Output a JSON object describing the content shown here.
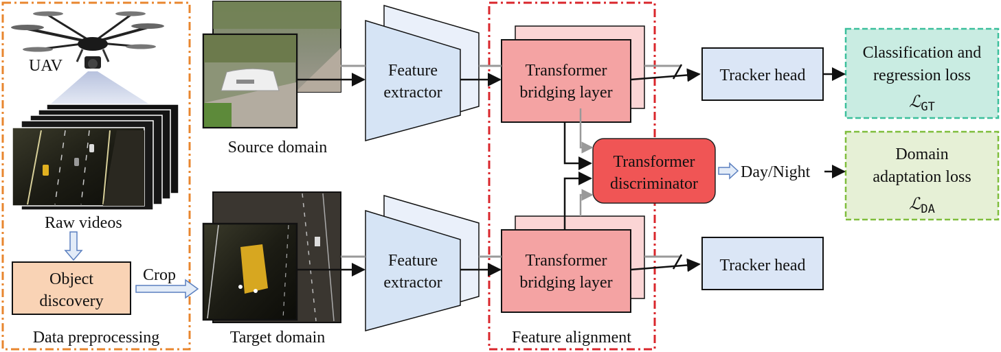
{
  "preprocessing": {
    "uav_label": "UAV",
    "raw_videos_label": "Raw videos",
    "object_discovery_label": [
      "Object",
      "discovery"
    ],
    "crop_label": "Crop",
    "section_label": "Data preprocessing"
  },
  "source": {
    "label": "Source domain"
  },
  "target": {
    "label": "Target domain"
  },
  "feature_extractor": {
    "label": [
      "Feature",
      "extractor"
    ]
  },
  "bridging": {
    "label": [
      "Transformer",
      "bridging layer"
    ]
  },
  "discriminator": {
    "label": [
      "Transformer",
      "discriminator"
    ],
    "output": "Day/Night"
  },
  "alignment": {
    "label": "Feature alignment"
  },
  "tracker": {
    "label": "Tracker head"
  },
  "loss_gt": {
    "lines": [
      "Classification and",
      "regression loss"
    ],
    "symbol": "ℒ",
    "subscript": "GT"
  },
  "loss_da": {
    "lines": [
      "Domain",
      "adaptation loss"
    ],
    "symbol": "ℒ",
    "subscript": "DA"
  },
  "colors": {
    "preprocess_border": "#e8862e",
    "alignment_border": "#d9262b",
    "extractor_fill": "#d6e4f5",
    "bridging_fill": "#f4a3a3",
    "bridging_back": "#fbd5d5",
    "discriminator_fill": "#f05555",
    "tracker_fill": "#dbe6f6",
    "object_fill": "#f9d3b5",
    "loss_gt_fill": "#c9ece2",
    "loss_gt_border": "#3bbf9c",
    "loss_da_fill": "#e6f0d6",
    "loss_da_border": "#7fbd3c"
  }
}
